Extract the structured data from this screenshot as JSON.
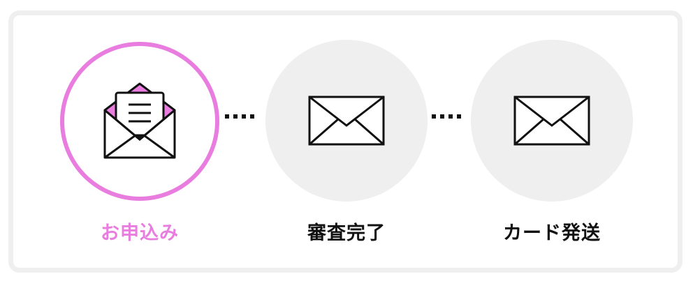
{
  "steps": [
    {
      "label": "お申込み",
      "icon": "open-envelope-icon",
      "state": "active"
    },
    {
      "label": "審査完了",
      "icon": "envelope-icon",
      "state": "pending"
    },
    {
      "label": "カード発送",
      "icon": "envelope-icon",
      "state": "pending"
    }
  ],
  "colors": {
    "active": "#e97ddf",
    "pending_bg": "#efefef",
    "border": "#efefef",
    "text": "#111111"
  }
}
